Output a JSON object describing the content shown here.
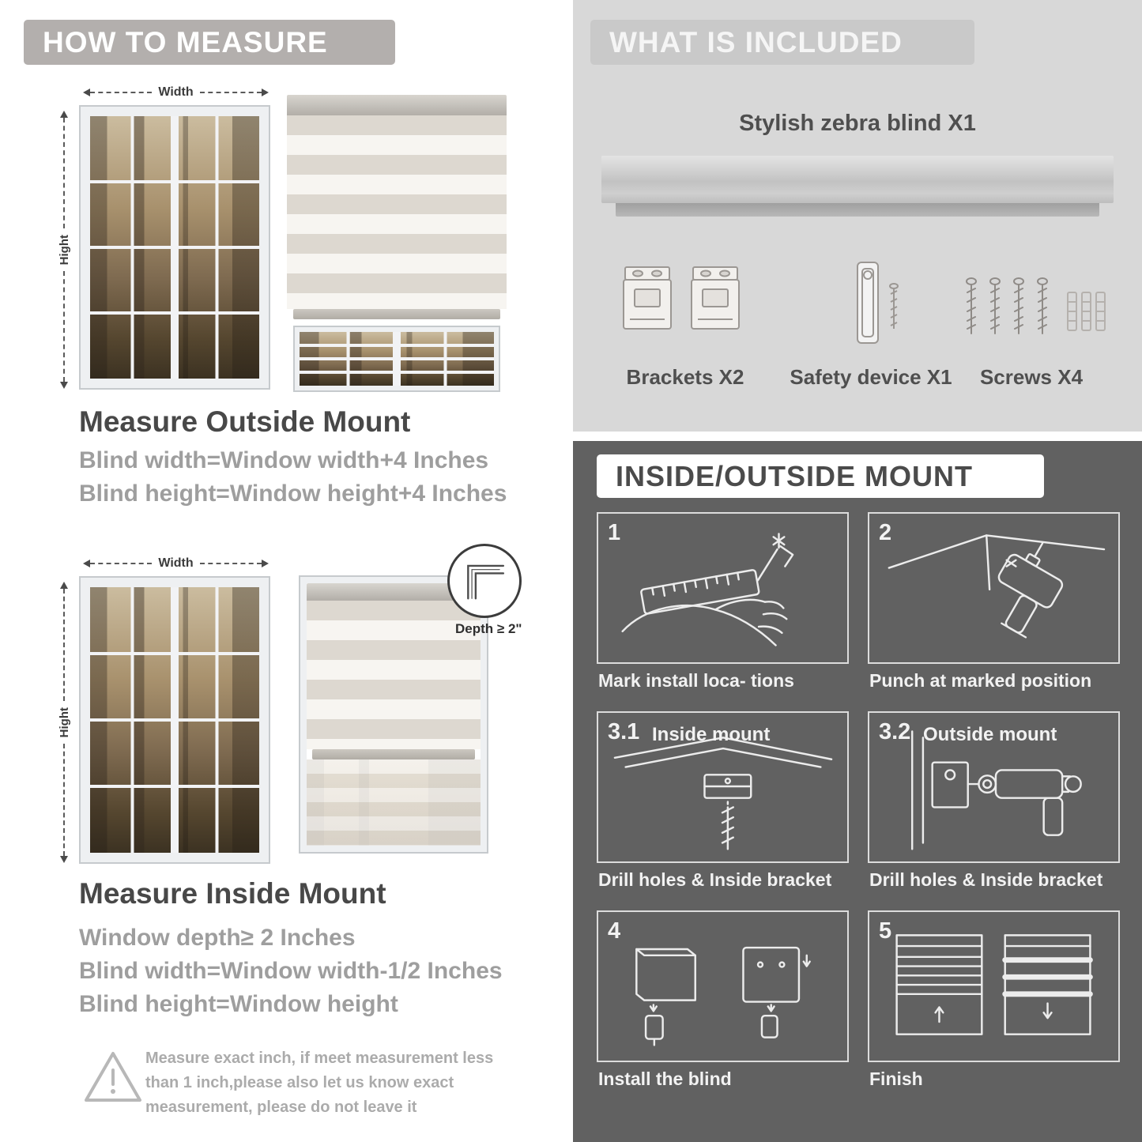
{
  "palette": {
    "banner_gray": "#b3afad",
    "panel_light": "#d8d8d8",
    "panel_dark": "#616161",
    "heading_text": "#484848",
    "body_text": "#9e9e9e"
  },
  "left": {
    "header": "HOW TO MEASURE",
    "measure_labels": {
      "width": "Width",
      "height": "Hight"
    },
    "outside": {
      "title": "Measure Outside Mount",
      "lines": [
        "Blind width=Window width+4 Inches",
        "Blind height=Window height+4 Inches"
      ]
    },
    "inside": {
      "title": "Measure Inside Mount",
      "depth_label": "Depth ≥ 2\"",
      "lines": [
        "Window depth≥ 2 Inches",
        "Blind width=Window width-1/2 Inches",
        "Blind height=Window height"
      ]
    },
    "note": "Measure exact inch, if meet measurement less than 1 inch,please also let us know exact measurement, please do not leave it"
  },
  "right": {
    "included": {
      "header": "WHAT IS INCLUDED",
      "blind_label": "Stylish zebra blind X1",
      "items": [
        {
          "label": "Brackets X2"
        },
        {
          "label": "Safety device X1"
        },
        {
          "label": "Screws X4"
        }
      ]
    },
    "mount": {
      "header": "INSIDE/OUTSIDE MOUNT",
      "steps": [
        {
          "num": "1",
          "title": "",
          "caption": "Mark install loca- tions"
        },
        {
          "num": "2",
          "title": "",
          "caption": "Punch at  marked position"
        },
        {
          "num": "3.1",
          "title": "Inside mount",
          "caption": "Drill holes &  Inside bracket"
        },
        {
          "num": "3.2",
          "title": "Outside mount",
          "caption": "Drill holes &  Inside bracket"
        },
        {
          "num": "4",
          "title": "",
          "caption": "Install the blind"
        },
        {
          "num": "5",
          "title": "",
          "caption": "Finish"
        }
      ]
    }
  }
}
